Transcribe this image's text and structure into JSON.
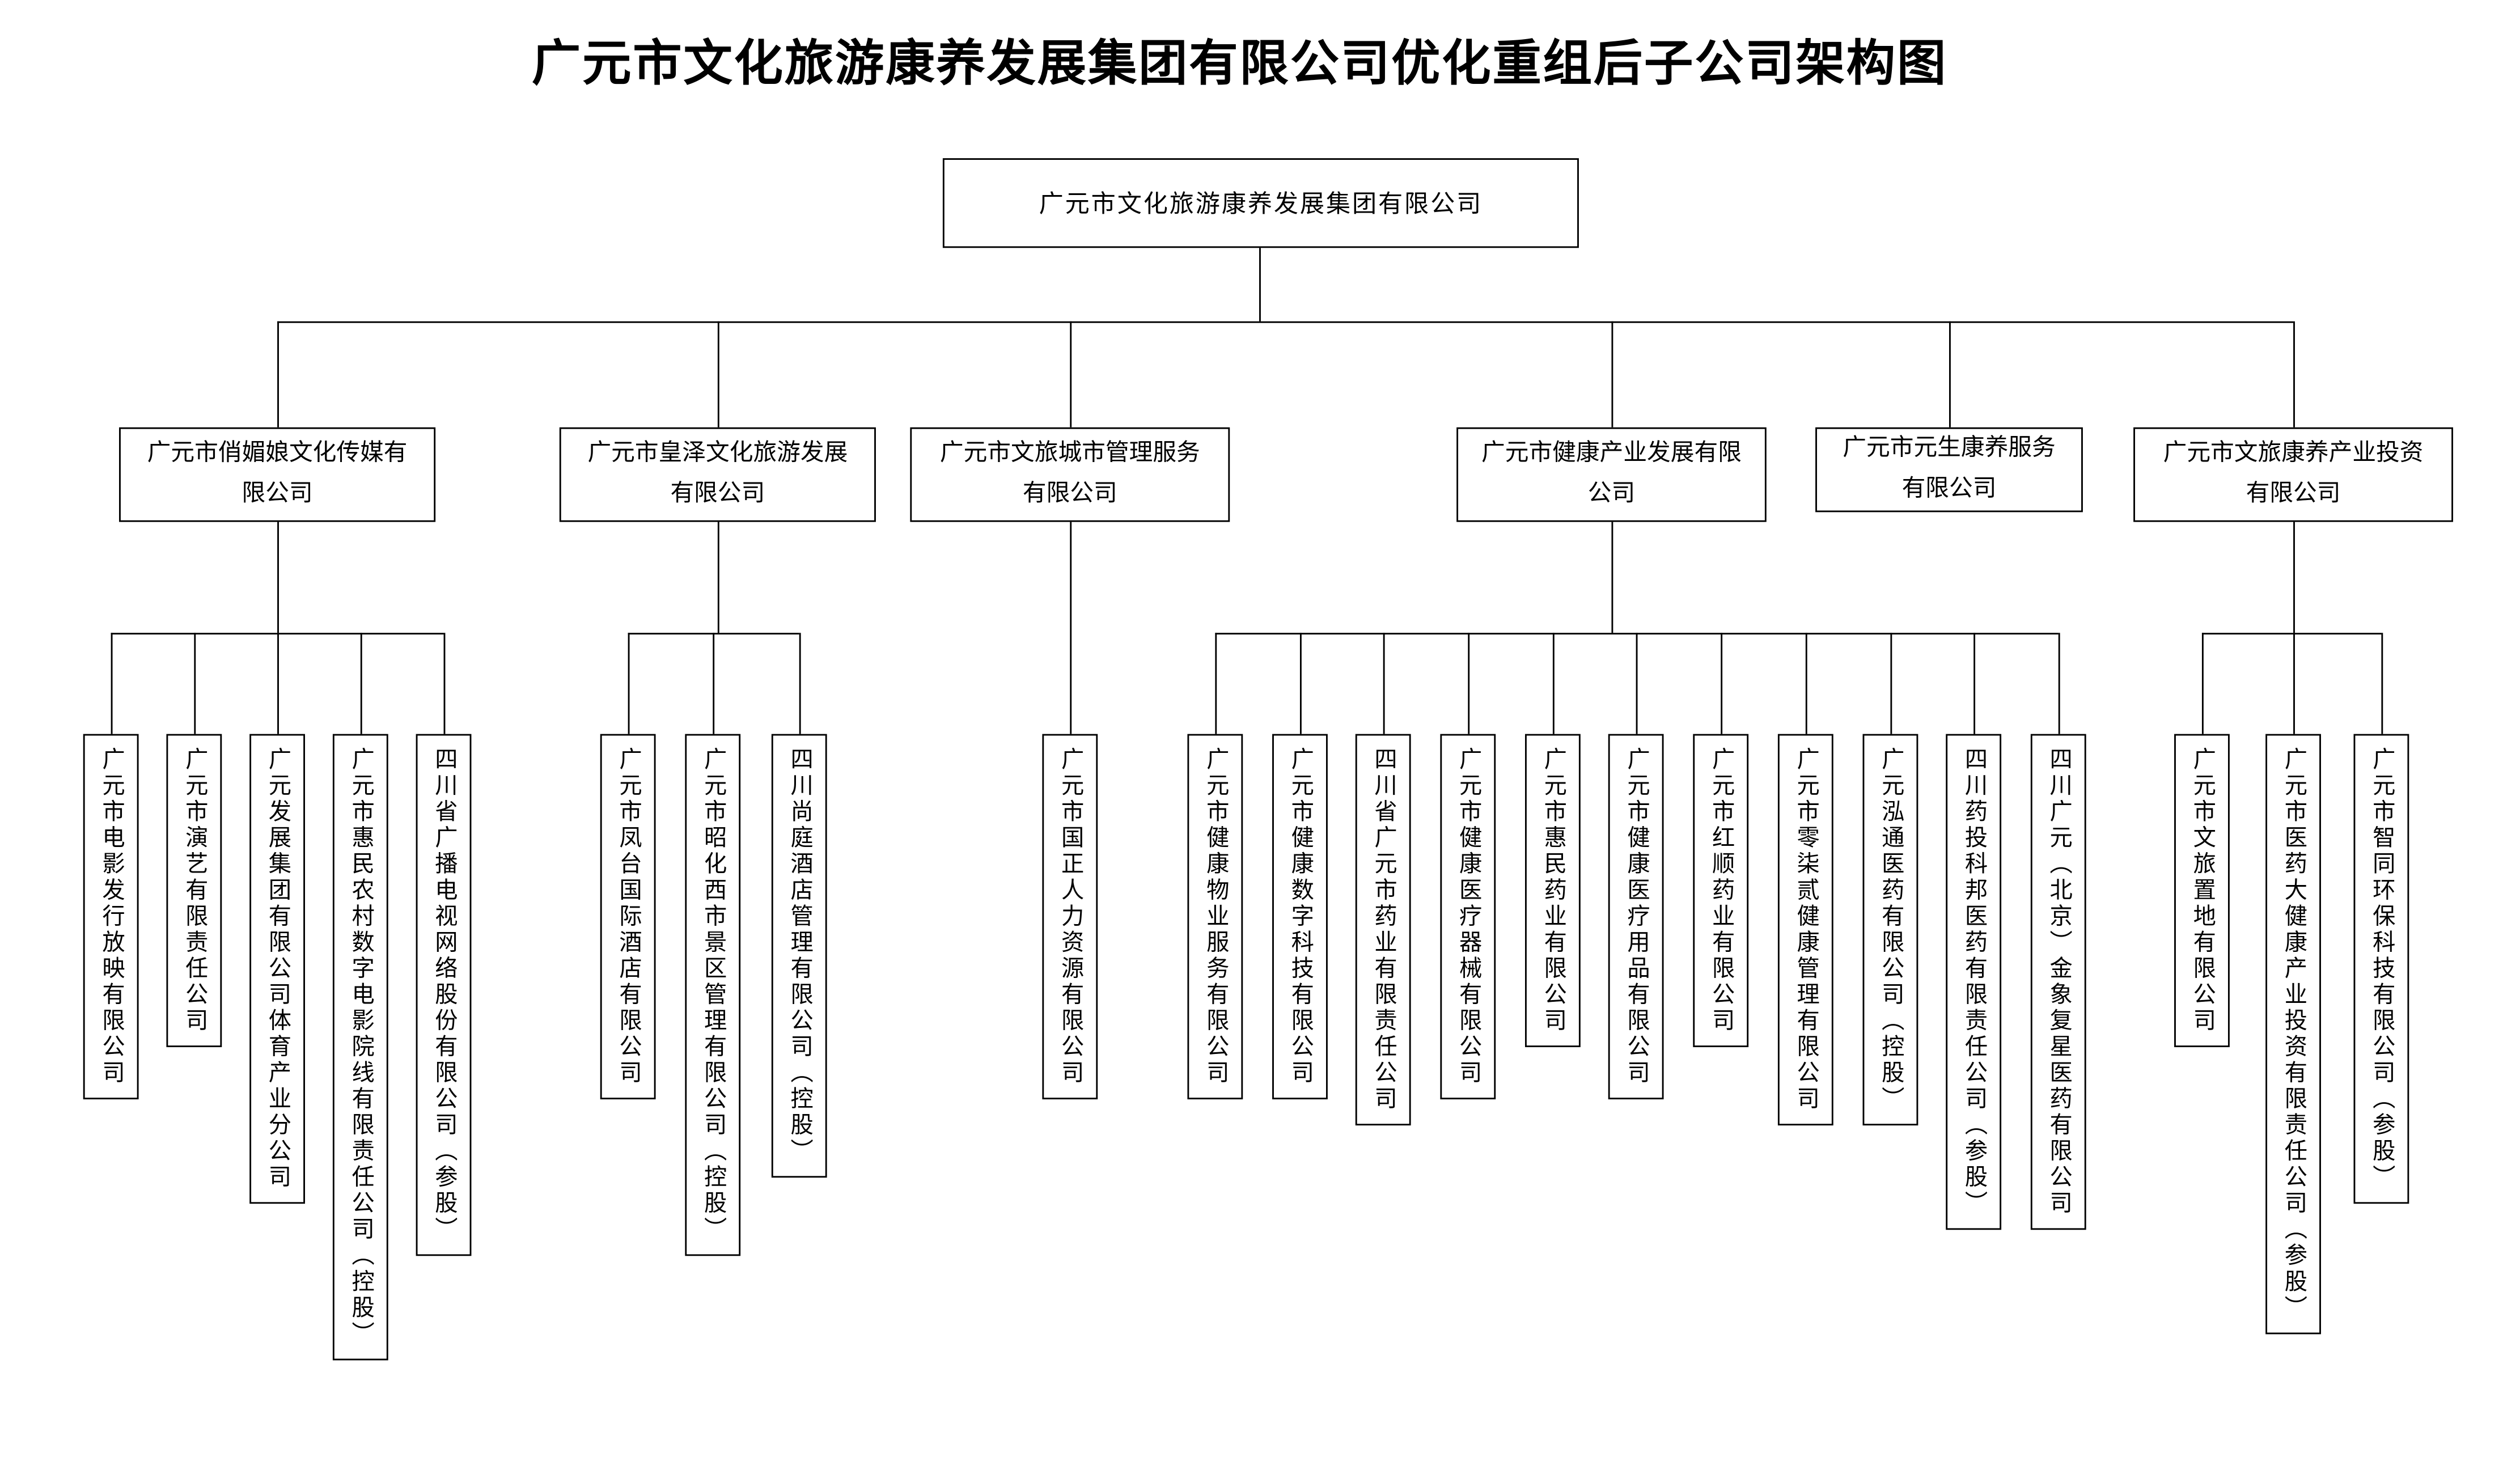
{
  "title": "广元市文化旅游康养发展集团有限公司优化重组后子公司架构图",
  "colors": {
    "line": "#000000",
    "box_border": "#000000",
    "background": "#ffffff",
    "text": "#000000"
  },
  "root": {
    "name": "广元市文化旅游康养发展集团有限公司"
  },
  "level2": [
    {
      "name": "广元市俏媚娘文化传媒有限公司"
    },
    {
      "name": "广元市皇泽文化旅游发展有限公司"
    },
    {
      "name": "广元市文旅城市管理服务有限公司"
    },
    {
      "name": "广元市健康产业发展有限公司"
    },
    {
      "name": "广元市元生康养服务有限公司"
    },
    {
      "name": "广元市文旅康养产业投资有限公司"
    }
  ],
  "children": {
    "group1": [
      {
        "name": "广元市电影发行放映有限公司"
      },
      {
        "name": "广元市演艺有限责任公司"
      },
      {
        "name": "广元发展集团有限公司体育产业分公司"
      },
      {
        "name": "广元市惠民农村数字电影院线有限责任公司（控股）"
      },
      {
        "name": "四川省广播电视网络股份有限公司（参股）"
      }
    ],
    "group2": [
      {
        "name": "广元市凤台国际酒店有限公司"
      },
      {
        "name": "广元市昭化西市景区管理有限公司（控股）"
      },
      {
        "name": "四川尚庭酒店管理有限公司（控股）"
      }
    ],
    "group3": [
      {
        "name": "广元市国正人力资源有限公司"
      }
    ],
    "group4": [
      {
        "name": "广元市健康物业服务有限公司"
      },
      {
        "name": "广元市健康数字科技有限公司"
      },
      {
        "name": "四川省广元市药业有限责任公司"
      },
      {
        "name": "广元市健康医疗器械有限公司"
      },
      {
        "name": "广元市惠民药业有限公司"
      },
      {
        "name": "广元市健康医疗用品有限公司"
      },
      {
        "name": "广元市红顺药业有限公司"
      },
      {
        "name": "广元市零柒贰健康管理有限公司"
      },
      {
        "name": "广元泓通医药有限公司（控股）"
      },
      {
        "name": "四川药投科邦医药有限责任公司（参股）"
      },
      {
        "name": "四川广元（北京）金象复星医药有限公司"
      }
    ],
    "group6": [
      {
        "name": "广元市文旅置地有限公司"
      },
      {
        "name": "广元市医药大健康产业投资有限责任公司（参股）"
      },
      {
        "name": "广元市智同环保科技有限公司（参股）"
      }
    ]
  }
}
